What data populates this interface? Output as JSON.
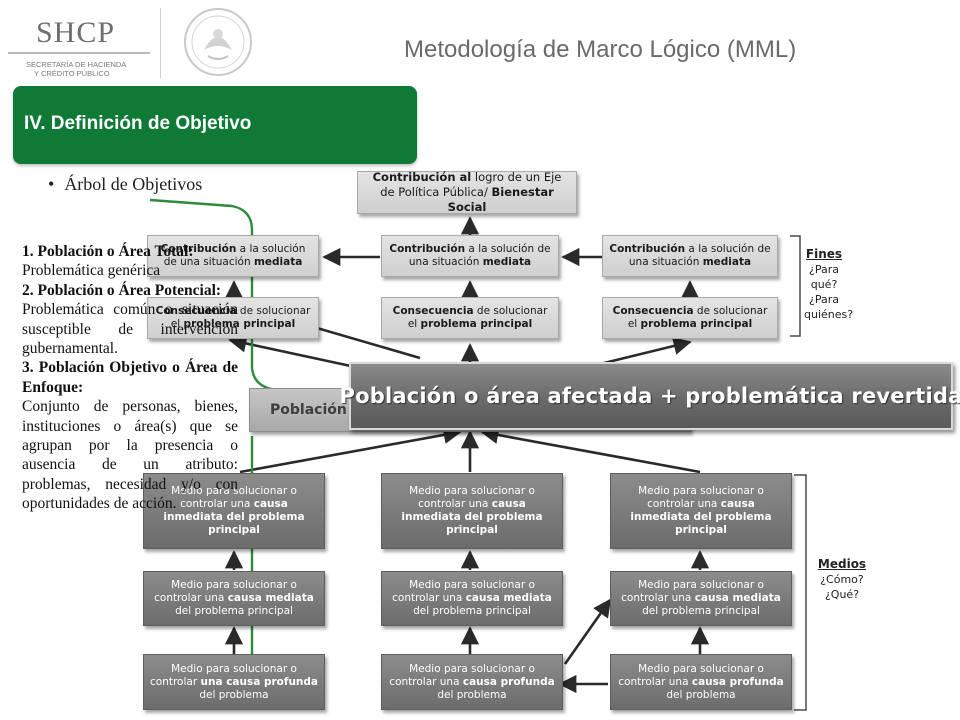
{
  "header": {
    "logo_text": "SHCP",
    "logo_sub_line1": "SECRETARÍA DE HACIENDA",
    "logo_sub_line2": "Y CRÉDITO PÚBLICO",
    "title": "Metodología de Marco Lógico (MML)"
  },
  "section": {
    "heading": "IV. Definición de Objetivo",
    "bullet": "Árbol de Objetivos"
  },
  "notes": {
    "p1_bold": "1. Población o Área Total:",
    "p1_text": "Problemática genérica",
    "p2_bold": "2. Población o Área Potencial:",
    "p2_text": "Problemática común o situación susceptible de intervención gubernamental.",
    "p3_bold": "3. Población Objetivo o Área de Enfoque:",
    "p3_text": "Conjunto de personas, bienes, instituciones o área(s) que se agrupan por la presencia o ausencia de un atributo: problemas, necesidad y/o con oportunidades de acción."
  },
  "tree": {
    "top_box": {
      "part1": "Contribución al",
      "part2": " logro de un Eje de Política Pública/ ",
      "part3": "Bienestar Social"
    },
    "fin_box": {
      "bold": "Contribución",
      "text": " a la solución de una situación ",
      "bold2": "mediata"
    },
    "cons_box": {
      "bold": "Consecuencia",
      "text": " de solucionar el ",
      "bold2": "problema principal"
    },
    "banner_back": "Población",
    "banner_main": "Población o área afectada + problemática revertida",
    "medio_inmediata": {
      "text": "Medio para solucionar o controlar una ",
      "bold": "causa inmediata del problema principal"
    },
    "medio_mediata": {
      "text": "Medio para solucionar o controlar una ",
      "bold": "causa mediata",
      "text2": " del problema principal"
    },
    "medio_profunda": {
      "text": "Medio para solucionar o controlar ",
      "bold": "una causa profunda",
      "text2": " del problema"
    },
    "medio_profunda_b": {
      "text": "Medio para solucionar o controlar una ",
      "bold": "causa profunda",
      "text2": " del problema"
    }
  },
  "legend": {
    "fines_head": "Fines",
    "fines_body": [
      "¿Para",
      "qué?",
      "¿Para",
      "quiénes?"
    ],
    "medios_head": "Medios",
    "medios_body": [
      "¿Cómo?",
      "¿Qué?"
    ]
  },
  "colors": {
    "accent_green": "#0f7a36",
    "box_gray": "#d8d8d8",
    "banner_gray": "#6f6f6f"
  }
}
